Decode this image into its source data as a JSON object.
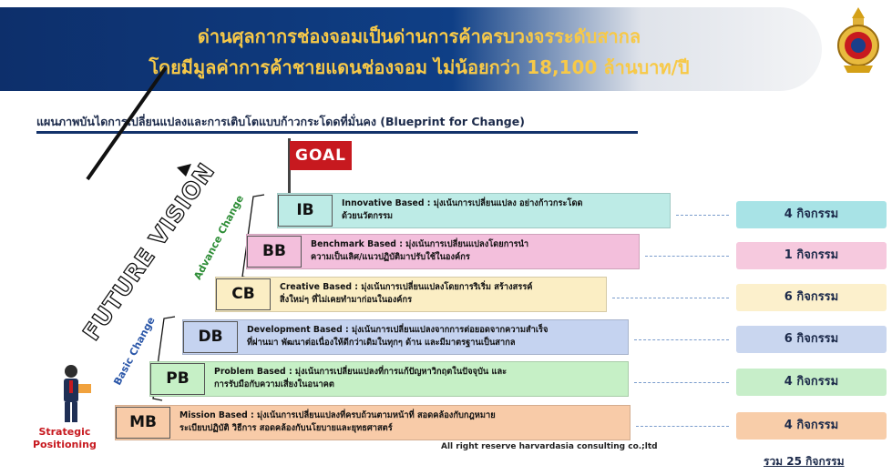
{
  "banner": {
    "line1": "ด่านศุลกากรช่องจอมเป็นด่านการค้าครบวงจรระดับสากล",
    "line2": "โดยมีมูลค่าการค้าชายแดนช่องจอม ไม่น้อยกว่า 18,100 ล้านบาท/ปี"
  },
  "subtitle": "แผนภาพบันไดการเปลี่ยนแปลงและการเติบโตแบบก้าวกระโดดที่มั่นคง (Blueprint for Change)",
  "vision_text": "FUTURE VISION",
  "advance_change": "Advance Change",
  "basic_change": "Basic Change",
  "goal": "GOAL",
  "strategic": [
    "Strategic",
    "Positioning"
  ],
  "steps": [
    {
      "code": "IB",
      "line1": "Innovative Based : มุ่งเน้นการเปลี่ยนแปลง อย่างก้าวกระโดด",
      "line2": "ด้วยนวัตกรรม",
      "count": "4 กิจกรรม",
      "color": "#bdebe6",
      "count_color": "#a8e3e6"
    },
    {
      "code": "BB",
      "line1": "Benchmark Based : มุ่งเน้นการเปลี่ยนแปลงโดยการนำ",
      "line2": "ความเป็นเลิศ/แนวปฏิบัติมาปรับใช้ในองค์กร",
      "count": "1 กิจกรรม",
      "color": "#f3bfdc",
      "count_color": "#f6c9de"
    },
    {
      "code": "CB",
      "line1": "Creative Based : มุ่งเน้นการเปลี่ยนแปลงโดยการริเริ่ม สร้างสรรค์",
      "line2": "สิ่งใหม่ๆ ที่ไม่เคยทำมาก่อนในองค์กร",
      "count": "6 กิจกรรม",
      "color": "#fbeec4",
      "count_color": "#fcf0cc"
    },
    {
      "code": "DB",
      "line1": "Development Based : มุ่งเน้นการเปลี่ยนแปลงจากการต่อยอดจากความสำเร็จ",
      "line2": "ที่ผ่านมา พัฒนาต่อเนื่องให้ดีกว่าเดิมในทุกๆ ด้าน และมีมาตรฐานเป็นสากล",
      "count": "6 กิจกรรม",
      "color": "#c5d3f0",
      "count_color": "#c9d6ef"
    },
    {
      "code": "PB",
      "line1": "Problem Based : มุ่งเน้นการเปลี่ยนแปลงที่การแก้ปัญหาวิกฤตในปัจจุบัน และ",
      "line2": "การรับมือกับความเสี่ยงในอนาคต",
      "count": "4 กิจกรรม",
      "color": "#c6f0c6",
      "count_color": "#c7eec9"
    },
    {
      "code": "MB",
      "line1": "Mission Based : มุ่งเน้นการเปลี่ยนแปลงที่ครบถ้วนตามหน้าที่ สอดคล้องกับกฎหมาย",
      "line2": "ระเบียบปฏิบัติ วิธีการ สอดคล้องกับนโยบายและยุทธศาสตร์",
      "count": "4 กิจกรรม",
      "color": "#f8cba8",
      "count_color": "#f8cda9"
    }
  ],
  "total": "รวม 25 กิจกรรม",
  "copyright": "All right reserve harvardasia consulting co.;ltd"
}
